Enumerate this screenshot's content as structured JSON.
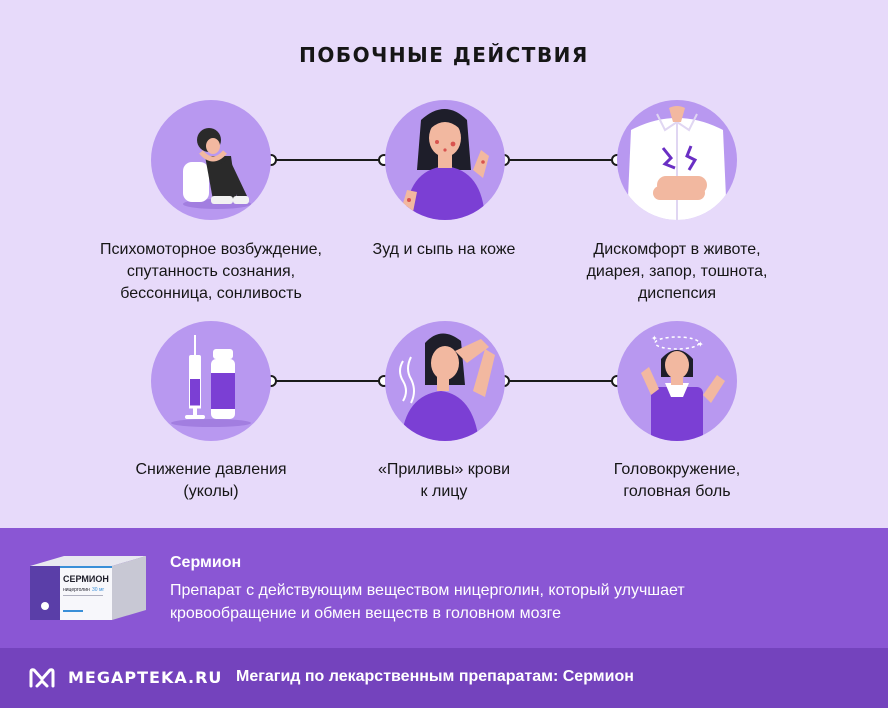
{
  "title": "ПОБОЧНЫЕ ДЕЙСТВИЯ",
  "effects": [
    {
      "icon": "anxious-person-icon",
      "lines": [
        "Психомоторное возбуждение,",
        "спутанность сознания,",
        "бессонница, сонливость"
      ]
    },
    {
      "icon": "skin-rash-icon",
      "lines": [
        "Зуд и сыпь на коже"
      ]
    },
    {
      "icon": "stomach-pain-icon",
      "lines": [
        "Дискомфорт в животе,",
        "диарея, запор, тошнота,",
        "диспепсия"
      ]
    },
    {
      "icon": "syringe-vial-icon",
      "lines": [
        "Снижение давления",
        "(уколы)"
      ]
    },
    {
      "icon": "hot-flush-icon",
      "lines": [
        "«Приливы» крови",
        "к лицу"
      ]
    },
    {
      "icon": "dizzy-person-icon",
      "lines": [
        "Головокружение,",
        "головная боль"
      ]
    }
  ],
  "product": {
    "name": "Сермион",
    "description_lines": [
      "Препарат с действующим веществом ницерголин, который улучшает",
      "кровообращение и обмен веществ в головном мозге"
    ],
    "box_brand": "СЕРМИОН",
    "box_ingredient": "ницерголин",
    "box_dose": "30 мг"
  },
  "footer": {
    "logo_text": "MEGAPTEKA.RU",
    "tagline": "Мегагид по лекарственным препаратам: Сермион"
  },
  "colors": {
    "background": "#e7dafa",
    "circle": "#b898f0",
    "accent_purple": "#7b3fd4",
    "product_band": "#8a56d4",
    "footer_band": "#7443bd"
  }
}
